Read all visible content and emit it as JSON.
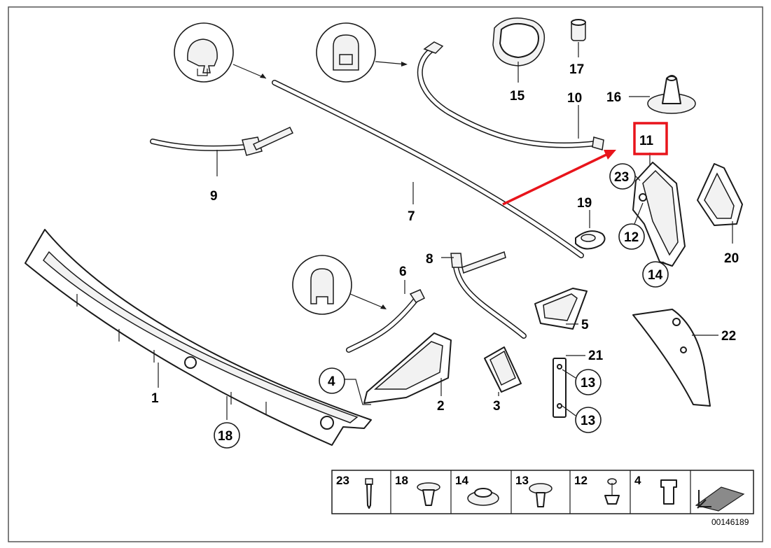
{
  "diagram": {
    "part_labels": {
      "p1": "1",
      "p2": "2",
      "p3": "3",
      "p4": "4",
      "p5": "5",
      "p6": "6",
      "p7": "7",
      "p8": "8",
      "p9": "9",
      "p10": "10",
      "p11": "11",
      "p12": "12",
      "p13a": "13",
      "p13b": "13",
      "p14": "14",
      "p15": "15",
      "p16": "16",
      "p17": "17",
      "p18": "18",
      "p19": "19",
      "p20": "20",
      "p21": "21",
      "p22": "22",
      "p23": "23"
    },
    "legend": {
      "items": [
        "23",
        "18",
        "14",
        "13",
        "12",
        "4"
      ]
    },
    "document_id": "00146189",
    "highlight_color": "#e8141b",
    "arrow_color": "#e8141b"
  }
}
